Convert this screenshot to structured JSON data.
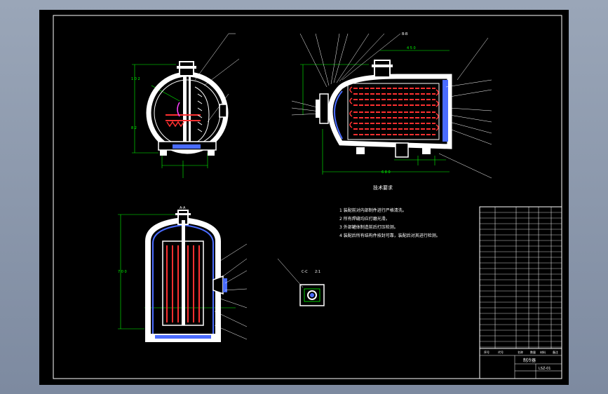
{
  "views": {
    "view_a_label": "A-A",
    "view_c_label": "C-C",
    "view_c_scale": "2:1",
    "main_label": "B-B"
  },
  "technical_requirements": {
    "title": "技术要求",
    "items": [
      "1  装配前对内部制件进行严格清洗。",
      "2  所有焊缝均应打磨光滑。",
      "3  外部罐体制造前后打压检测。",
      "4  装配后所有结构件按封可靠，装配后对其进行检测。"
    ]
  },
  "title_block": {
    "drawing_name": "制冷器",
    "part_no": "LSZ-01",
    "header_cols": [
      "序号",
      "代号",
      "名称",
      "数量",
      "材料",
      "备注"
    ]
  },
  "colors": {
    "sheet": "#000000",
    "line": "#ffffff",
    "dimension": "#00ff00",
    "hatch": "#4a6cff",
    "red": "#ff3030",
    "magenta": "#ff40ff"
  }
}
